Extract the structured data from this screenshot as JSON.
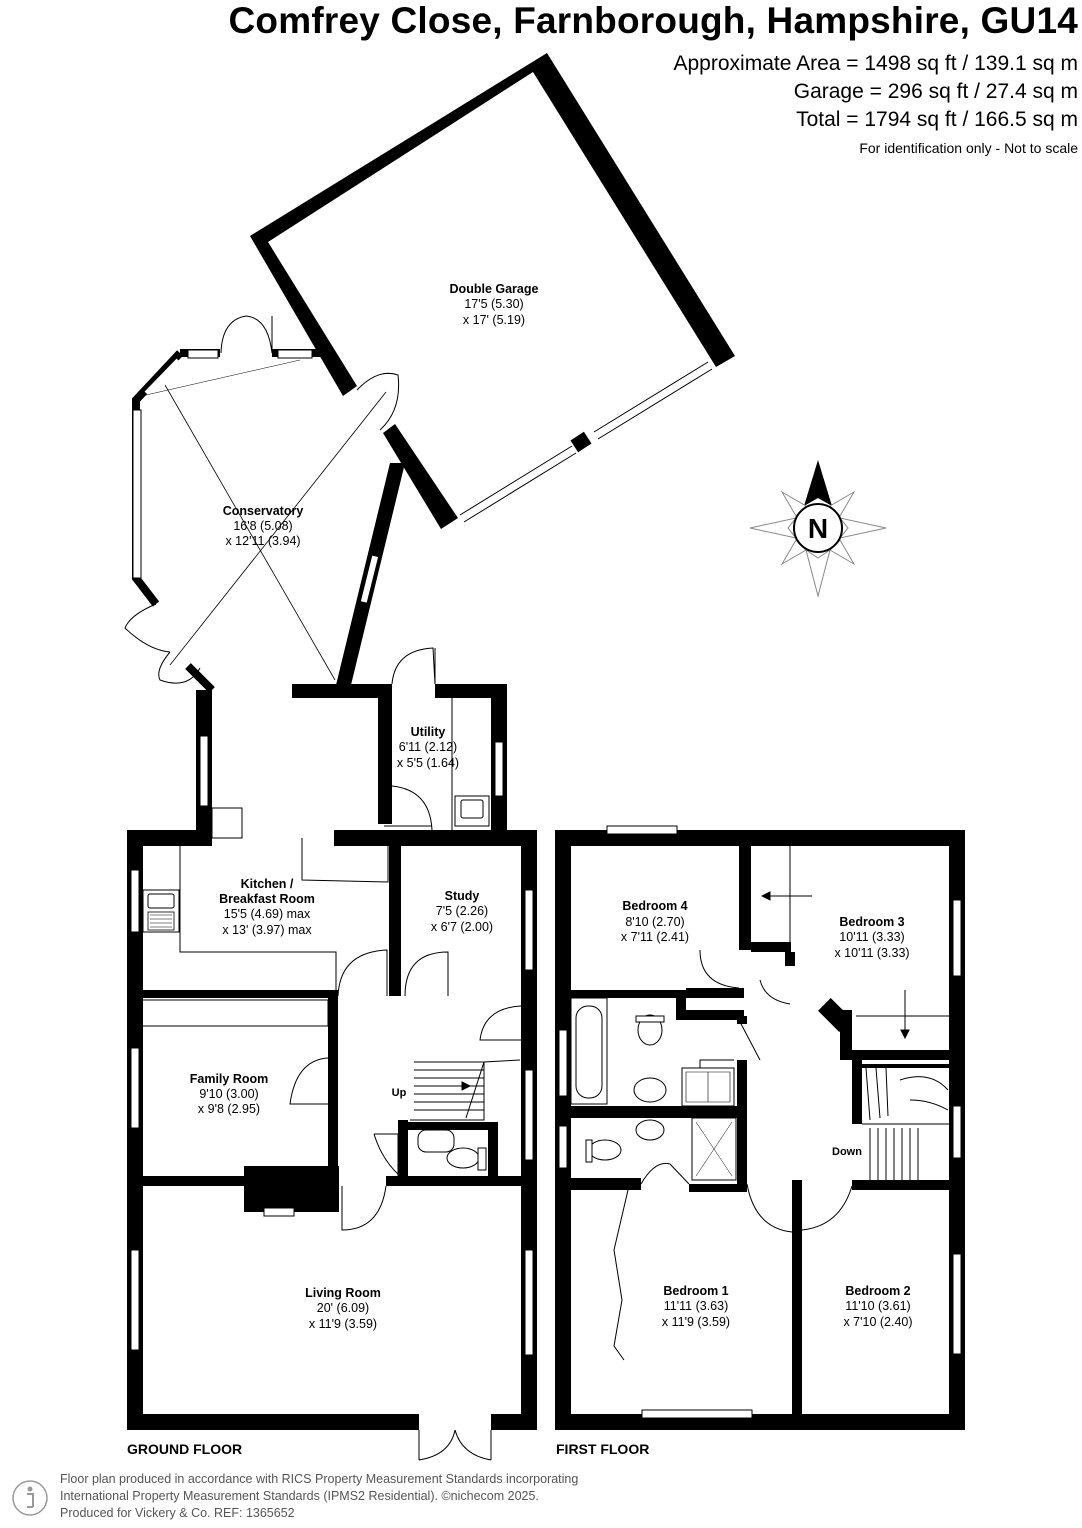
{
  "header": {
    "title": "Comfrey Close, Farnborough, Hampshire, GU14",
    "approx_area": "Approximate Area = 1498 sq ft / 139.1 sq m",
    "garage_area": "Garage = 296 sq ft / 27.4 sq m",
    "total_area": "Total = 1794 sq ft / 166.5 sq m",
    "disclaimer": "For identification only - Not to scale"
  },
  "compass": {
    "label": "N",
    "icon": "north-compass-icon"
  },
  "rooms": {
    "garage": {
      "name": "Double Garage",
      "dim1": "17'5 (5.30)",
      "dim2": "x 17' (5.19)"
    },
    "conservatory": {
      "name": "Conservatory",
      "dim1": "16'8 (5.08)",
      "dim2": "x 12'11 (3.94)"
    },
    "utility": {
      "name": "Utility",
      "dim1": "6'11 (2.12)",
      "dim2": "x 5'5 (1.64)"
    },
    "kitchen": {
      "name1": "Kitchen /",
      "name2": "Breakfast Room",
      "dim1": "15'5 (4.69) max",
      "dim2": "x 13' (3.97) max"
    },
    "study": {
      "name": "Study",
      "dim1": "7'5 (2.26)",
      "dim2": "x 6'7 (2.00)"
    },
    "family": {
      "name": "Family Room",
      "dim1": "9'10 (3.00)",
      "dim2": "x 9'8 (2.95)"
    },
    "living": {
      "name": "Living Room",
      "dim1": "20' (6.09)",
      "dim2": "x 11'9 (3.59)"
    },
    "bed4": {
      "name": "Bedroom 4",
      "dim1": "8'10 (2.70)",
      "dim2": "x 7'11 (2.41)"
    },
    "bed3": {
      "name": "Bedroom 3",
      "dim1": "10'11 (3.33)",
      "dim2": "x 10'11 (3.33)"
    },
    "bed1": {
      "name": "Bedroom 1",
      "dim1": "11'11 (3.63)",
      "dim2": "x 11'9 (3.59)"
    },
    "bed2": {
      "name": "Bedroom 2",
      "dim1": "11'10 (3.61)",
      "dim2": "x 7'10 (2.40)"
    }
  },
  "stairs": {
    "up": "Up",
    "down": "Down"
  },
  "floors": {
    "ground": "GROUND FLOOR",
    "first": "FIRST FLOOR"
  },
  "footer": {
    "line1": "Floor plan produced in accordance with RICS Property Measurement Standards incorporating",
    "line2": "International Property Measurement Standards (IPMS2 Residential).  ©nichecom 2025.",
    "line3": "Produced for Vickery & Co.   REF:  1365652"
  }
}
